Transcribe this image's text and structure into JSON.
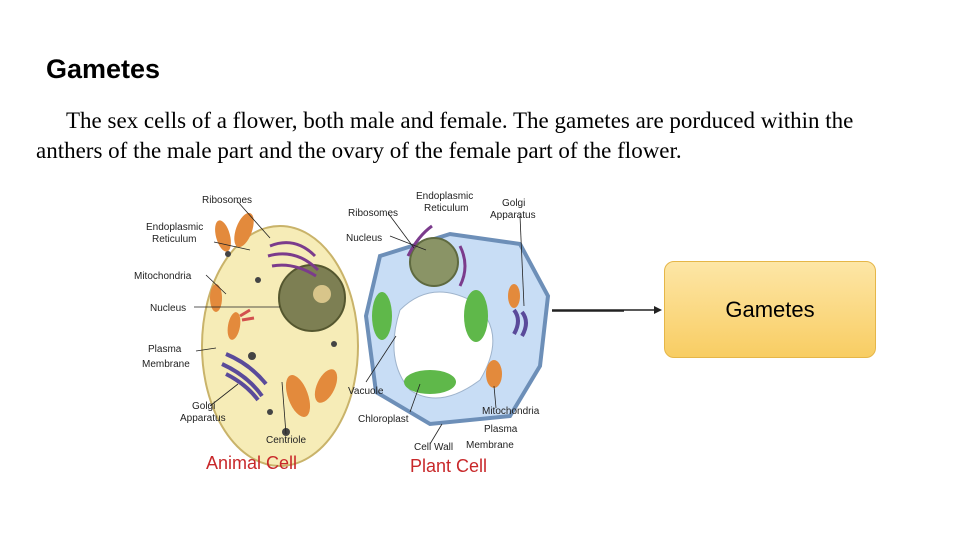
{
  "slide": {
    "title": "Gametes",
    "body": "The sex cells of a flower, both male and female. The gametes are porduced within the anthers of the male part and the ovary of the female part of the flower."
  },
  "figure": {
    "animal_labels": {
      "ribosomes": "Ribosomes",
      "endoplasmic_1": "Endoplasmic",
      "endoplasmic_2": "Reticulum",
      "mitochondria": "Mitochondria",
      "nucleus": "Nucleus",
      "plasma_1": "Plasma",
      "plasma_2": "Membrane",
      "golgi_1": "Golgi",
      "golgi_2": "Apparatus",
      "centriole": "Centriole"
    },
    "plant_labels": {
      "endoplasmic_1": "Endoplasmic",
      "endoplasmic_2": "Reticulum",
      "golgi_1": "Golgi",
      "golgi_2": "Apparatus",
      "ribosomes": "Ribosomes",
      "nucleus": "Nucleus",
      "vacuole": "Vacuole",
      "chloroplast": "Chloroplast",
      "mitochondria": "Mitochondria",
      "plasma_1": "Plasma",
      "plasma_2": "Membrane",
      "cell_wall": "Cell Wall"
    },
    "animal_caption": "Animal Cell",
    "plant_caption": "Plant Cell"
  },
  "callout": {
    "label": "Gametes"
  }
}
